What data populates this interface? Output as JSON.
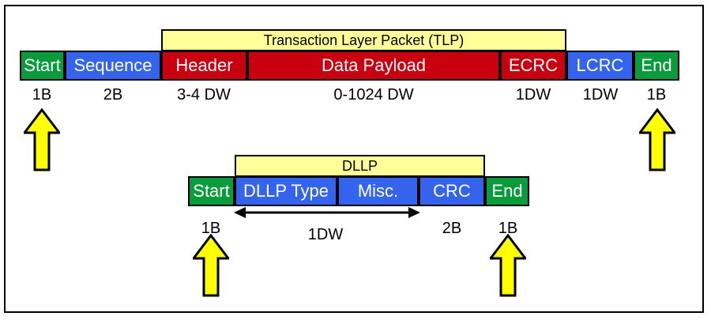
{
  "colors": {
    "green": "#0a9b3c",
    "blue": "#3464ee",
    "red": "#c8000f",
    "label_bg": "#ffff99",
    "arrow_fill": "#ffff00",
    "outline": "#000000",
    "text_on_block": "#ffffff",
    "text_dark": "#000000"
  },
  "tlp": {
    "group_label": "Transaction Layer Packet (TLP)",
    "segments": [
      {
        "label": "Start",
        "size": "1B",
        "color": "green"
      },
      {
        "label": "Sequence",
        "size": "2B",
        "color": "blue"
      },
      {
        "label": "Header",
        "size": "3-4 DW",
        "color": "red"
      },
      {
        "label": "Data Payload",
        "size": "0-1024 DW",
        "color": "red"
      },
      {
        "label": "ECRC",
        "size": "1DW",
        "color": "red"
      },
      {
        "label": "LCRC",
        "size": "1DW",
        "color": "blue"
      },
      {
        "label": "End",
        "size": "1B",
        "color": "green"
      }
    ]
  },
  "dllp": {
    "group_label": "DLLP",
    "segments": [
      {
        "label": "Start",
        "size": "1B",
        "color": "green"
      },
      {
        "label": "DLLP Type",
        "color": "blue"
      },
      {
        "label": "Misc.",
        "color": "blue"
      },
      {
        "label": "CRC",
        "size": "2B",
        "color": "blue"
      },
      {
        "label": "End",
        "size": "1B",
        "color": "green"
      }
    ],
    "span_label": "1DW"
  }
}
